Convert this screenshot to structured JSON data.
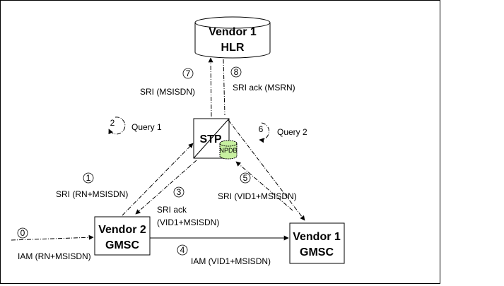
{
  "nodes": {
    "hlr": {
      "line1": "Vendor 1",
      "line2": "HLR"
    },
    "stp": {
      "label": "STP"
    },
    "npdb": {
      "label": "NPDB"
    },
    "gmsc2": {
      "line1": "Vendor 2",
      "line2": "GMSC"
    },
    "gmsc1": {
      "line1": "Vendor 1",
      "line2": "GMSC"
    }
  },
  "steps": [
    {
      "num": "0",
      "label": "IAM (RN+MSISDN)"
    },
    {
      "num": "1",
      "label": "SRI (RN+MSISDN)"
    },
    {
      "num": "2",
      "label": "Query 1"
    },
    {
      "num": "3",
      "label_line1": "SRI ack",
      "label_line2": "(VID1+MSISDN)"
    },
    {
      "num": "4",
      "label": "IAM (VID1+MSISDN)"
    },
    {
      "num": "5",
      "label": "SRI (VID1+MSISDN)"
    },
    {
      "num": "6",
      "label": "Query 2"
    },
    {
      "num": "7",
      "label": "SRI (MSISDN)"
    },
    {
      "num": "8",
      "label": "SRI ack (MSRN)"
    }
  ]
}
